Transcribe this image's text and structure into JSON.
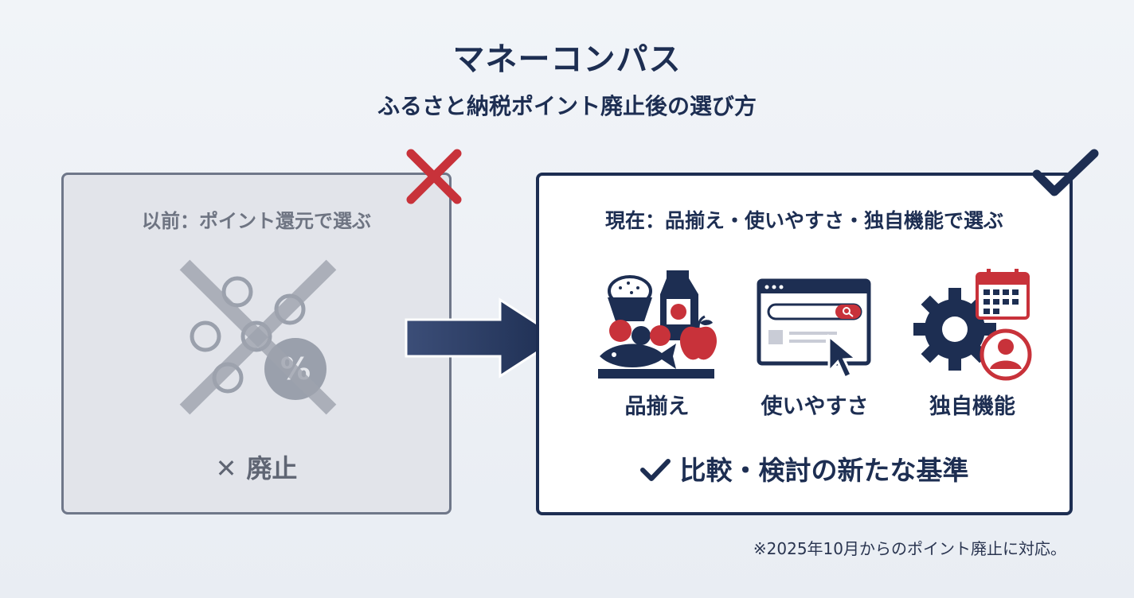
{
  "header": {
    "title": "マネーコンパス",
    "subtitle": "ふるさと納税ポイント廃止後の選び方"
  },
  "before_panel": {
    "heading": "以前：ポイント還元で選ぶ",
    "footer_mark": "✕",
    "footer_label": "廃止",
    "coin_symbol": "%",
    "status_icon": "red-x-icon"
  },
  "after_panel": {
    "heading": "現在：品揃え・使いやすさ・独自機能で選ぶ",
    "features": [
      {
        "label": "品揃え",
        "icon": "groceries-icon"
      },
      {
        "label": "使いやすさ",
        "icon": "browser-search-icon"
      },
      {
        "label": "独自機能",
        "icon": "gear-calendar-user-icon"
      }
    ],
    "footer_label": "比較・検討の新たな基準",
    "status_icon": "check-icon"
  },
  "note": "※2025年10月からのポイント廃止に対応。",
  "colors": {
    "navy": "#1d2e52",
    "red": "#c8323a",
    "gray": "#6f7789",
    "background": "#eef1f5"
  }
}
